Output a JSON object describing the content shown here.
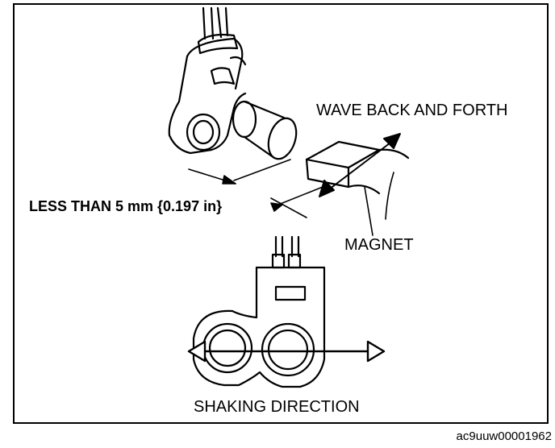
{
  "labels": {
    "wave": "WAVE BACK AND FORTH",
    "gap": "LESS THAN 5 mm {0.197 in}",
    "magnet": "MAGNET",
    "shaking": "SHAKING DIRECTION"
  },
  "figure_code": "ac9uuw00001962",
  "colors": {
    "line": "#000000",
    "background": "#ffffff"
  }
}
